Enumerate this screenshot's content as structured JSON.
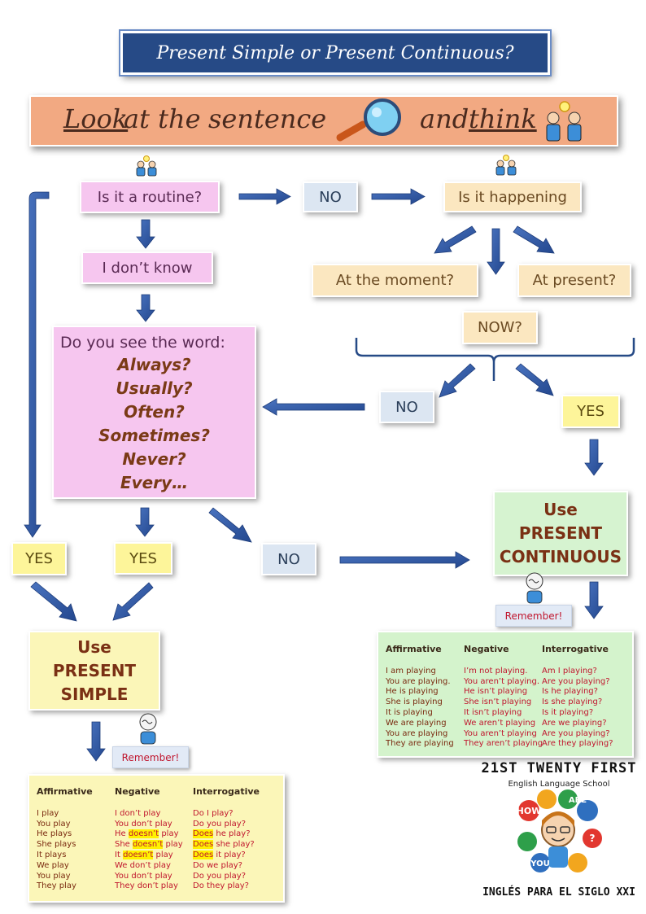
{
  "title": "Present Simple or Present Continuous?",
  "banner": {
    "look": "Look",
    "at_the": "at the",
    "sentence": "sentence",
    "and": "and",
    "think": "think"
  },
  "nodes": {
    "routine": "Is it a routine?",
    "no_top": "NO",
    "happening": "Is it happening",
    "dont_know": "I don’t know",
    "at_moment": "At the moment?",
    "at_present": "At present?",
    "now": "NOW?",
    "see_word": "Do you see the word:",
    "words": [
      "Always?",
      "Usually?",
      "Often?",
      "Sometimes?",
      "Never?",
      "Every…"
    ],
    "no_mid": "NO",
    "yes_right": "YES",
    "yes_left": "YES",
    "yes_center": "YES",
    "no_bottom": "NO"
  },
  "use_continuous": {
    "line1": "Use",
    "line2": "PRESENT",
    "line3": "CONTINUOUS"
  },
  "use_simple": {
    "line1": "Use",
    "line2": "PRESENT",
    "line3": "SIMPLE"
  },
  "remember": "Remember!",
  "continuous_table": {
    "headers": [
      "Affirmative",
      "Negative",
      "Interrogative"
    ],
    "affirmative": [
      "I  am playing",
      "You are playing.",
      "He is playing",
      "She is playing",
      "It is playing",
      "We are playing",
      "You are playing",
      "They are playing"
    ],
    "negative": [
      "I’m not playing.",
      "You aren’t playing.",
      "He isn’t playing",
      "She isn’t playing",
      "It isn’t playing",
      "We aren’t playing",
      "You aren’t playing",
      "They aren’t playing"
    ],
    "interrogative": [
      "Am I playing?",
      "Are you playing?",
      "Is he playing?",
      "Is she playing?",
      "Is it playing?",
      "Are we playing?",
      "Are you playing?",
      "Are they playing?"
    ]
  },
  "simple_table": {
    "headers": [
      "Affirmative",
      "Negative",
      "Interrogative"
    ],
    "affirmative": [
      "I play",
      "You play",
      "He plays",
      "She plays",
      "It plays",
      "We play",
      "You play",
      "They play"
    ],
    "neg_plain": [
      "I don’t play",
      "You don’t play",
      "",
      "",
      "",
      "We don’t play",
      "You don’t play",
      "They don’t play"
    ],
    "neg_pronoun": [
      "He",
      "She",
      "It"
    ],
    "neg_aux": "doesn’t",
    "neg_verb": "play",
    "int_plain": [
      "Do I play?",
      "Do you play?",
      "",
      "",
      "",
      "Do we play?",
      "Do you play?",
      "Do they play?"
    ],
    "int_aux": "Does",
    "int_rest": [
      "he play?",
      "she play?",
      "it play?"
    ]
  },
  "logo": {
    "title": "21ST TWENTY FIRST",
    "subtitle": "English Language School",
    "footer": "INGLÉS PARA EL SIGLO XXI",
    "badge": [
      "HOW",
      "ARE",
      "YOU",
      "?"
    ]
  },
  "colors": {
    "arrow": "#2f55a0",
    "title_bg": "#264a86",
    "banner_bg": "#f2a982",
    "pink": "#f6c6ef",
    "green": "#d6f3d0",
    "yellow": "#fdf59a",
    "blue_box": "#dce6f2"
  },
  "icons": [
    "magnifier-icon",
    "thinking-people-icon",
    "thinking-person-icon"
  ]
}
